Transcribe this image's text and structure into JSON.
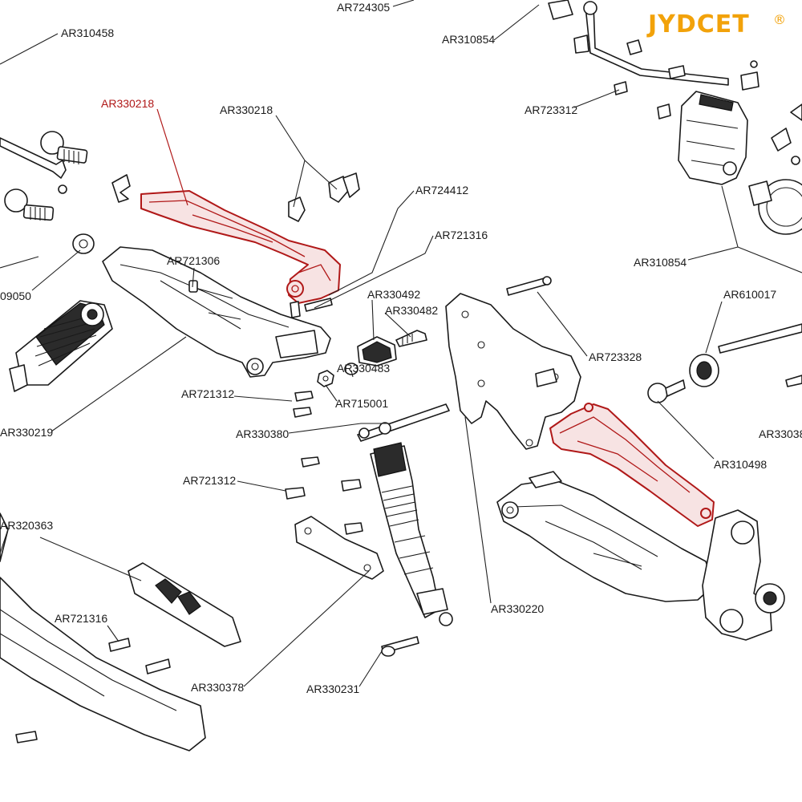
{
  "brand": {
    "logo_text": "JYDCET",
    "registered_mark": "®",
    "logo_color": "#f2a20a"
  },
  "highlight_color": "#b01818",
  "labels": {
    "ar724305": "AR724305",
    "ar310458": "AR310458",
    "ar310854_top": "AR310854",
    "ar330218_red": "AR330218",
    "ar330218": "AR330218",
    "ar723312": "AR723312",
    "ar724412": "AR724412",
    "ar721316_top": "AR721316",
    "ar721306": "AR721306",
    "ar310854_right": "AR310854",
    "ar610017": "AR610017",
    "ar330492": "AR330492",
    "ar330482": "AR330482",
    "ar723328": "AR723328",
    "ar_09050": "09050",
    "ar330483": "AR330483",
    "ar715001": "AR715001",
    "ar721312_a": "AR721312",
    "ar330219": "AR330219",
    "ar330380": "AR330380",
    "ar_3303_cut": "AR33038",
    "ar310498": "AR310498",
    "ar721312_b": "AR721312",
    "ar320363": "AR320363",
    "ar330220": "AR330220",
    "ar721316_bottom": "AR721316",
    "ar330378": "AR330378",
    "ar330231": "AR330231"
  }
}
